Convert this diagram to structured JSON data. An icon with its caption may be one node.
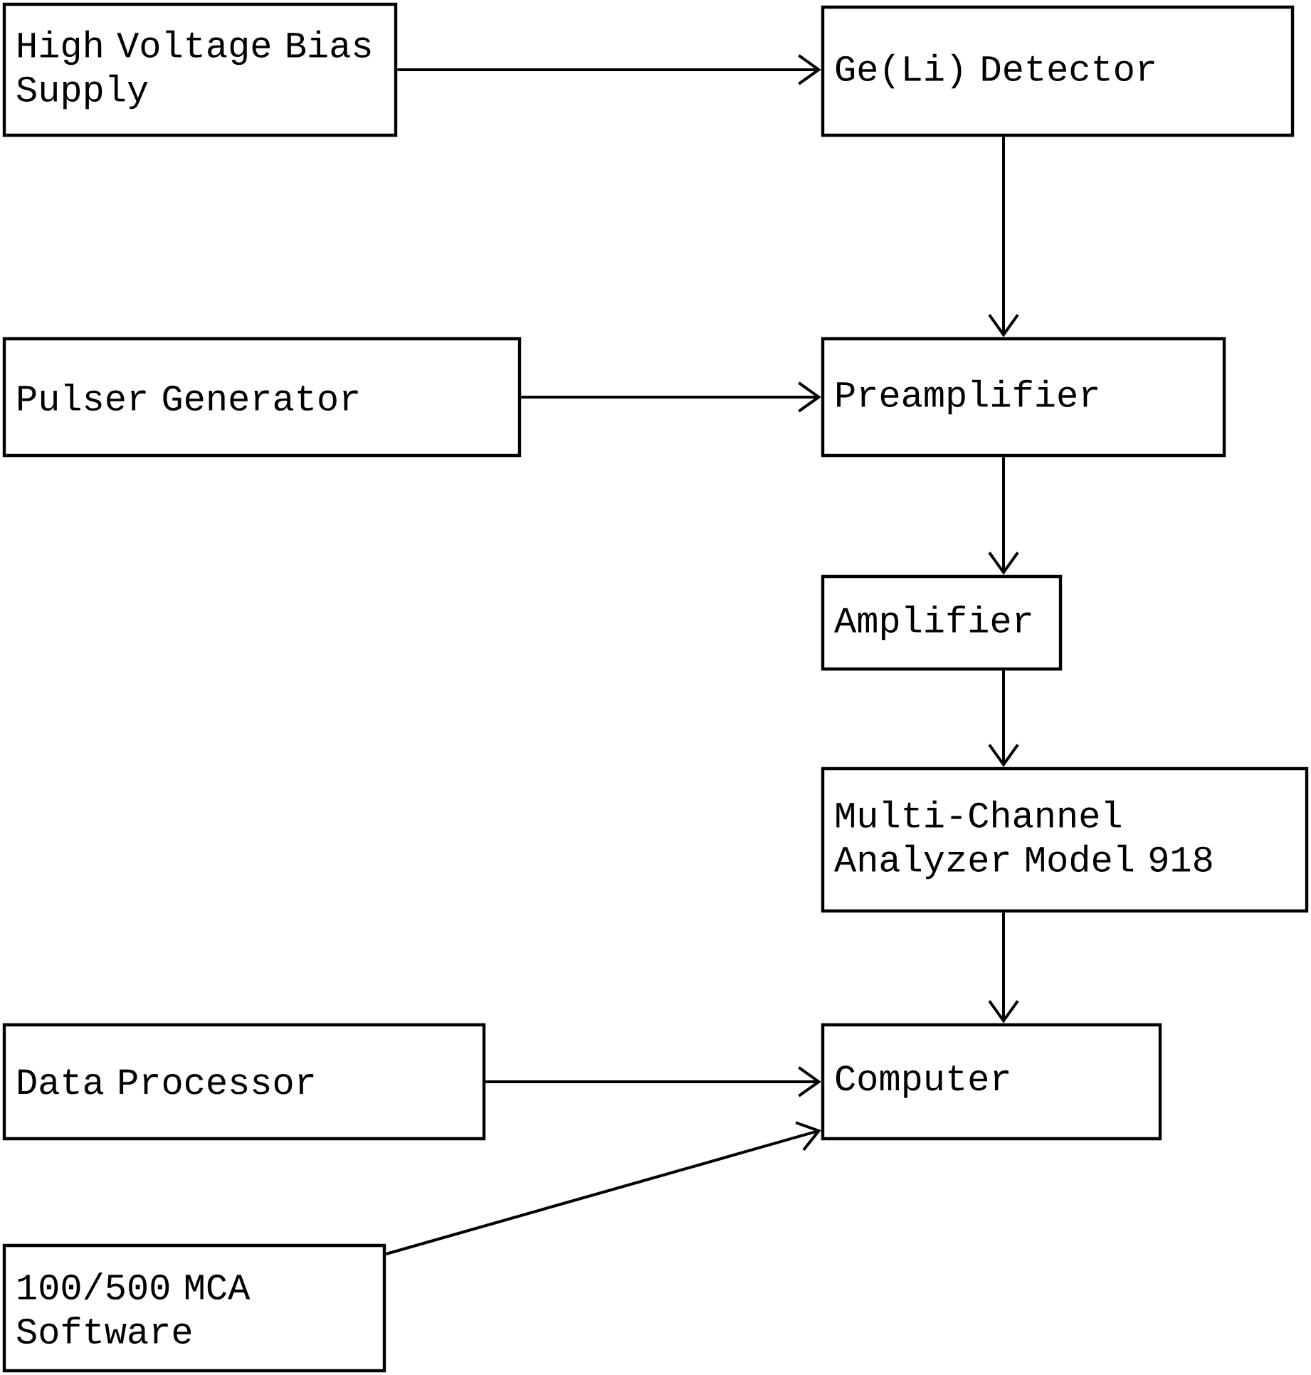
{
  "diagram": {
    "nodes": [
      {
        "text": [
          "High Voltage Bias Supply"
        ]
      },
      {
        "text": [
          "Ge(Li) Detector"
        ]
      },
      {
        "text": [
          "Pulser Generator"
        ]
      },
      {
        "text": [
          "Preamplifier"
        ]
      },
      {
        "text": [
          "Amplifier"
        ]
      },
      {
        "text": [
          "Multi-Channel Analyzer Model 918"
        ]
      },
      {
        "text": [
          "Computer"
        ]
      },
      {
        "text": [
          "Data Processor"
        ]
      },
      {
        "text": [
          "100/500 MCA Software"
        ]
      }
    ],
    "edges": [
      {
        "from": 0,
        "to": 1,
        "arrow": "to"
      },
      {
        "from": 1,
        "to": 3,
        "arrow": "to"
      },
      {
        "from": 2,
        "to": 3,
        "arrow": "to"
      },
      {
        "from": 3,
        "to": 4,
        "arrow": "to"
      },
      {
        "from": 4,
        "to": 5,
        "arrow": "to"
      },
      {
        "from": 5,
        "to": 6,
        "arrow": "to"
      },
      {
        "from": 7,
        "to": 6,
        "arrow": "to"
      },
      {
        "from": 8,
        "to": 6,
        "arrow": "to"
      }
    ]
  }
}
